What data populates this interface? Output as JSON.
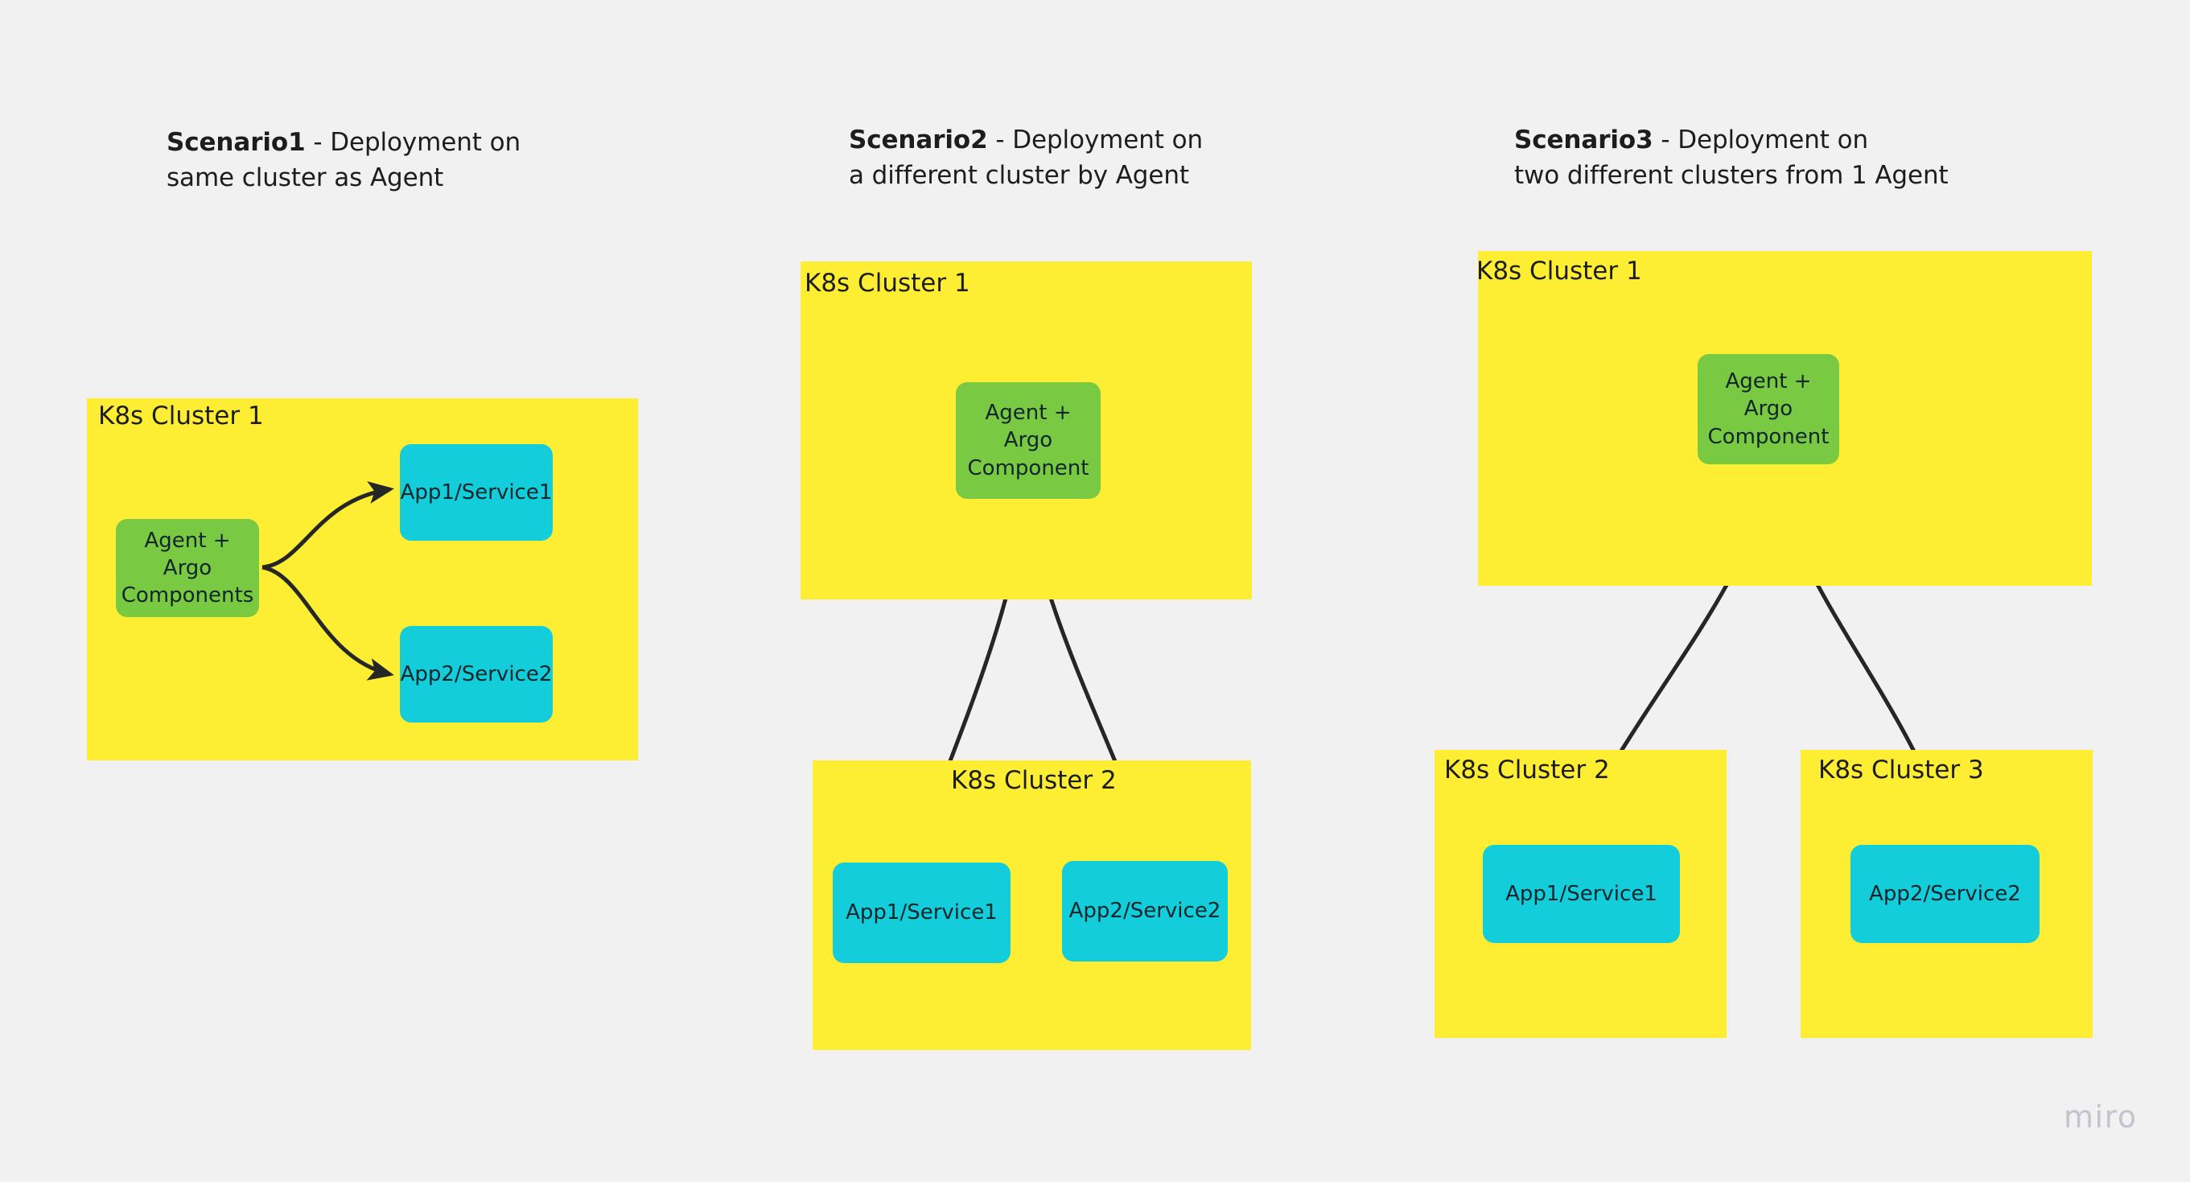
{
  "board": {
    "background_color": "#f1f1f1",
    "watermark": "miro"
  },
  "palette": {
    "cluster_yellow": "#fdee33",
    "agent_green": "#7ac943",
    "app_cyan": "#13cddb",
    "divider_dark": "#2f3033",
    "text_dark": "#1d1d1d"
  },
  "scenarios": [
    {
      "id": "scenario-1",
      "title_strong": "Scenario1",
      "title_rest": " - Deployment on\nsame cluster as Agent",
      "clusters": [
        {
          "label": "K8s Cluster 1"
        }
      ],
      "nodes": [
        {
          "label": "Agent + Argo\nComponents",
          "type": "agent"
        },
        {
          "label": "App1/Service1",
          "type": "app"
        },
        {
          "label": "App2/Service2",
          "type": "app"
        }
      ],
      "edges": [
        {
          "from": "Agent + Argo Components",
          "to": "App1/Service1"
        },
        {
          "from": "Agent + Argo Components",
          "to": "App2/Service2"
        }
      ]
    },
    {
      "id": "scenario-2",
      "title_strong": "Scenario2",
      "title_rest": " - Deployment on\na different cluster by Agent",
      "clusters": [
        {
          "label": "K8s Cluster 1"
        },
        {
          "label": "K8s Cluster 2"
        }
      ],
      "nodes": [
        {
          "label": "Agent +\nArgo\nComponent",
          "type": "agent"
        },
        {
          "label": "App1/Service1",
          "type": "app"
        },
        {
          "label": "App2/Service2",
          "type": "app"
        }
      ],
      "edges": [
        {
          "from": "Agent + Argo Component",
          "to": "App1/Service1"
        },
        {
          "from": "Agent + Argo Component",
          "to": "App2/Service2"
        }
      ]
    },
    {
      "id": "scenario-3",
      "title_strong": "Scenario3",
      "title_rest": " - Deployment on\ntwo different clusters from 1 Agent",
      "clusters": [
        {
          "label": "K8s Cluster 1"
        },
        {
          "label": "K8s Cluster 2"
        },
        {
          "label": "K8s Cluster 3"
        }
      ],
      "nodes": [
        {
          "label": "Agent +\nArgo\nComponent",
          "type": "agent"
        },
        {
          "label": "App1/Service1",
          "type": "app"
        },
        {
          "label": "App2/Service2",
          "type": "app"
        }
      ],
      "edges": [
        {
          "from": "Agent + Argo Component",
          "to": "App1/Service1"
        },
        {
          "from": "Agent + Argo Component",
          "to": "App2/Service2"
        }
      ]
    }
  ]
}
